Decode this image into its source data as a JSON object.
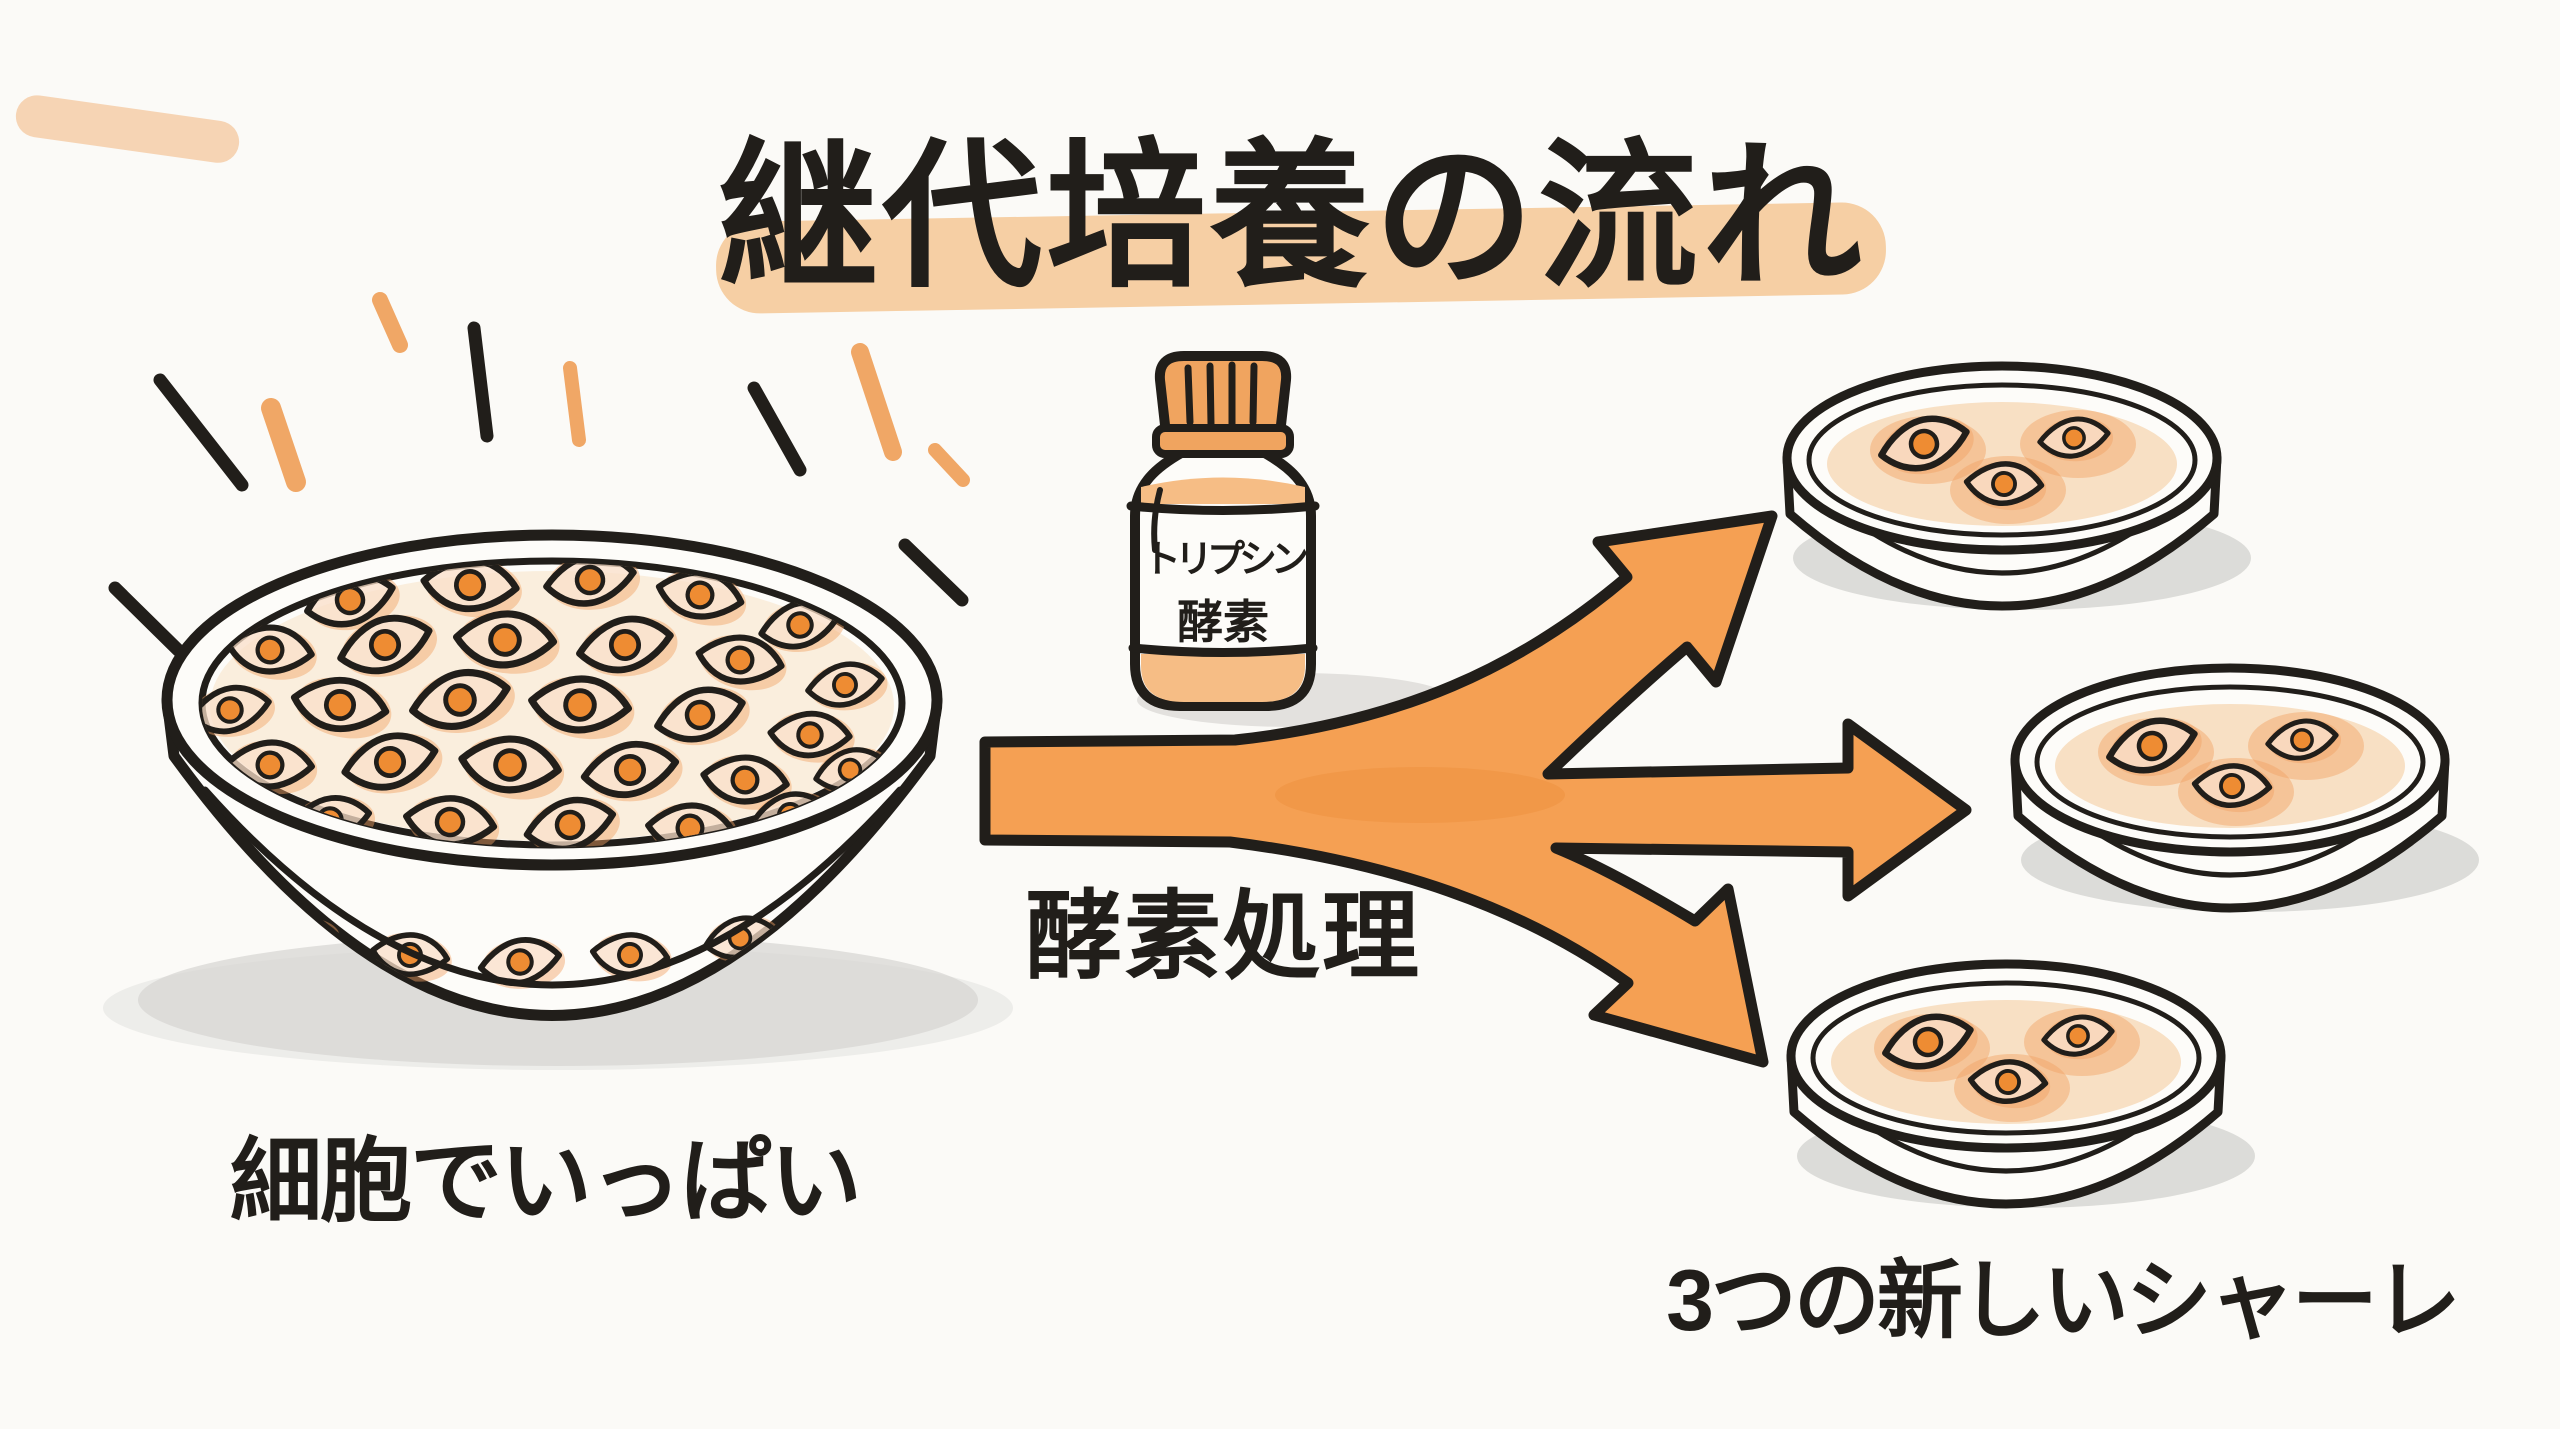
{
  "title": {
    "text": "継代培養の流れ"
  },
  "source_dish": {
    "label": "細胞でいっぱい"
  },
  "bottle": {
    "label_line1": "トリプシン",
    "label_line2": "酵素"
  },
  "process_arrow": {
    "label": "酵素処理",
    "branch_count": 3
  },
  "new_dishes": {
    "label": "3つの新しいシャーレ",
    "dish_count": 3,
    "cells_per_dish": 3
  },
  "colors": {
    "background": "#fbfaf7",
    "outline": "#211e1a",
    "arrow_orange": "#f5a053",
    "arrow_shade_orange": "#ee8f3c",
    "highlight_orange": "#f6cfa4",
    "nucleus_orange": "#ee8c33",
    "cell_wash_orange": "#f2a264",
    "liquid_peach": "#f8e0c4",
    "shadow_gray": "#d5d4d1",
    "cap_orange": "#f0a45f"
  }
}
